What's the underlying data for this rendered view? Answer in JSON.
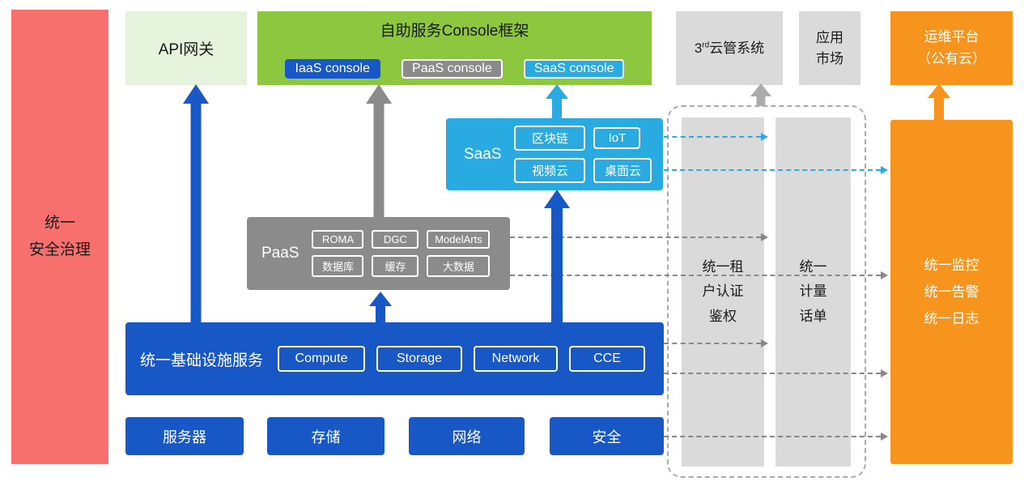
{
  "left_bar": {
    "label": "统一\n安全治理"
  },
  "top_row": {
    "api_gateway": {
      "label": "API网关"
    },
    "console_frame": {
      "title": "自助服务Console框架",
      "consoles": [
        {
          "label": "IaaS console",
          "color": "#1757C6"
        },
        {
          "label": "PaaS console",
          "color": "#8B8B8B"
        },
        {
          "label": "SaaS console",
          "color": "#29ABE2"
        }
      ]
    },
    "third_party_cms": {
      "prefix": "3",
      "sup": "rd",
      "rest": "云管系统"
    },
    "app_market": {
      "label": "应用\n市场"
    },
    "om_platform": {
      "label": "运维平台\n（公有云）"
    }
  },
  "saas": {
    "label": "SaaS",
    "items": [
      "区块链",
      "IoT",
      "视频云",
      "桌面云"
    ]
  },
  "paas": {
    "label": "PaaS",
    "items": [
      "ROMA",
      "DGC",
      "ModelArts",
      "数据库",
      "缓存",
      "大数据"
    ]
  },
  "infrastructure": {
    "label": "统一基础设施服务",
    "items": [
      "Compute",
      "Storage",
      "Network",
      "CCE"
    ]
  },
  "resource_row": {
    "items": [
      "服务器",
      "存储",
      "网络",
      "安全"
    ]
  },
  "right_bars": {
    "tenant_auth": {
      "label": "统一租\n户认证\n鉴权"
    },
    "metering": {
      "label": "统一\n计量\n话单"
    },
    "monitoring": {
      "label": "统一监控\n统一告警\n统一日志"
    }
  },
  "colors": {
    "blue": "#1757C6",
    "cyan": "#29ABE2",
    "green": "#8DC63F",
    "light_green": "#E5F2DC",
    "gray": "#8B8B8B",
    "light_gray": "#DADADA",
    "orange": "#F7941D",
    "red": "#F7706E",
    "dashed_border": "#ABABAB"
  }
}
